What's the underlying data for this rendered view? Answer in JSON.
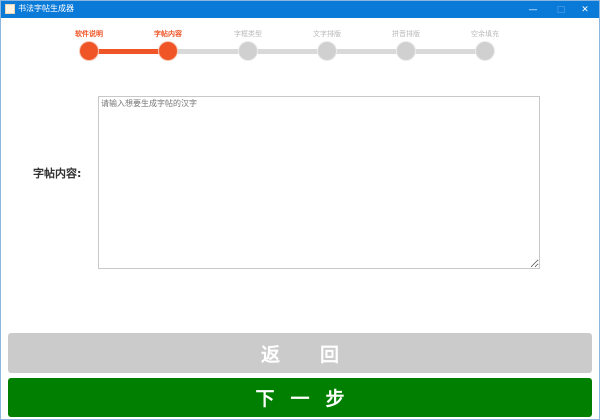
{
  "window": {
    "title": "书法字帖生成器",
    "controls": {
      "minimize": "—",
      "maximize": "□",
      "close": "✕"
    }
  },
  "stepper": {
    "active_color": "#ef5526",
    "inactive_color": "#d0d0d0",
    "steps": [
      {
        "label": "软件说明",
        "state": "done"
      },
      {
        "label": "字帖内容",
        "state": "current"
      },
      {
        "label": "字框类型",
        "state": "pending"
      },
      {
        "label": "文字排版",
        "state": "pending"
      },
      {
        "label": "拼音排版",
        "state": "pending"
      },
      {
        "label": "空余填充",
        "state": "pending"
      }
    ]
  },
  "form": {
    "content_label": "字帖内容:",
    "content_value": "",
    "content_placeholder": "请输入想要生成字帖的汉字"
  },
  "buttons": {
    "back_label": "返回",
    "back_color": "#cbcbcb",
    "next_label": "下一步",
    "next_color": "#007f00"
  }
}
